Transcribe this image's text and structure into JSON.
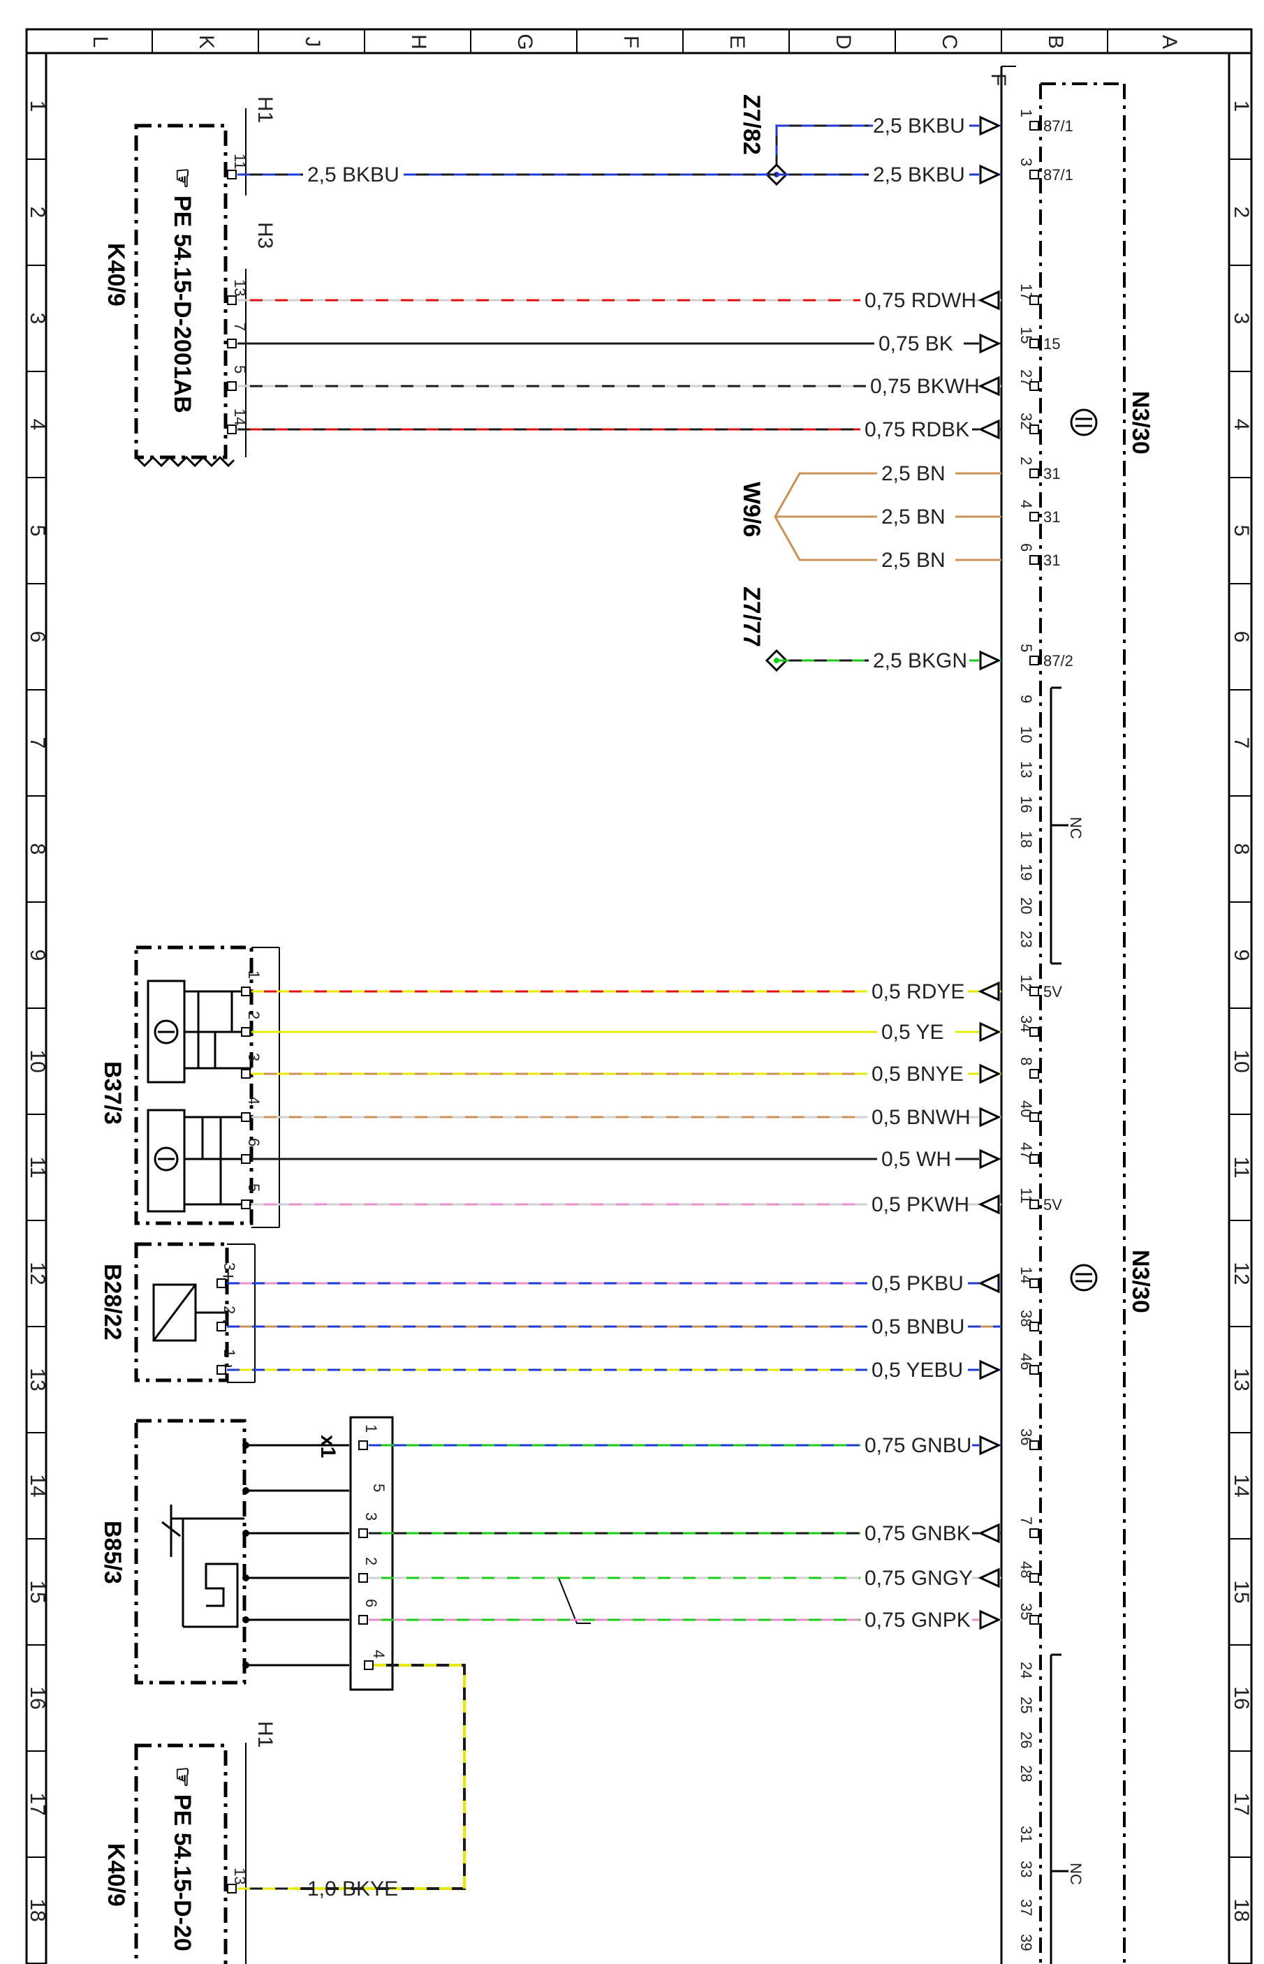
{
  "grid": {
    "columns": [
      "L",
      "K",
      "J",
      "H",
      "G",
      "F",
      "E",
      "D",
      "C",
      "B",
      "A"
    ],
    "rows": [
      "1",
      "2",
      "3",
      "4",
      "5",
      "6",
      "7",
      "8",
      "9",
      "10",
      "11",
      "12",
      "13",
      "14",
      "15",
      "16",
      "17",
      "18"
    ]
  },
  "components": {
    "k40_9": {
      "name": "K40/9",
      "ref": "☞ PE 54.15-D-2001AB",
      "ref_partial": "☞ PE 54.15-D-20",
      "h1": "H1",
      "h3": "H3"
    },
    "b37_3": {
      "name": "B37/3"
    },
    "b28_22": {
      "name": "B28/22"
    },
    "b85_3": {
      "name": "B85/3",
      "connector": "x1"
    },
    "n3_30": {
      "name": "N3/30",
      "f_label": "F"
    },
    "z7_82": {
      "name": "Z7/82"
    },
    "w9_6": {
      "name": "W9/6"
    },
    "z7_77": {
      "name": "Z7/77"
    }
  },
  "wires": [
    {
      "id": "w1",
      "label": "2,5 BKBU",
      "colors": [
        "#1a1a1a",
        "#1f3bd6"
      ],
      "pin_n3": "1",
      "term": "87/1",
      "dir": "in"
    },
    {
      "id": "w2",
      "label": "2,5 BKBU",
      "colors": [
        "#1a1a1a",
        "#1f3bd6"
      ],
      "pin_n3": "3",
      "term": "87/1",
      "dir": "in"
    },
    {
      "id": "w2b",
      "label": "2,5 BKBU",
      "colors": [
        "#1a1a1a",
        "#1f3bd6"
      ],
      "pin_src": "11"
    },
    {
      "id": "w3",
      "label": "0,75 RDWH",
      "colors": [
        "#e01010",
        "#d0d0d0"
      ],
      "pin_src": "13",
      "pin_n3": "17",
      "dir": "out"
    },
    {
      "id": "w4",
      "label": "0,75 BK",
      "colors": [
        "#1a1a1a"
      ],
      "pin_src": "7",
      "pin_n3": "15",
      "term": "15",
      "dir": "in"
    },
    {
      "id": "w5",
      "label": "0,75 BKWH",
      "colors": [
        "#1a1a1a",
        "#d0d0d0"
      ],
      "pin_src": "5",
      "pin_n3": "27",
      "dir": "out"
    },
    {
      "id": "w6",
      "label": "0,75 RDBK",
      "colors": [
        "#e01010",
        "#1a1a1a"
      ],
      "pin_src": "14",
      "pin_n3": "32",
      "dir": "out"
    },
    {
      "id": "w7",
      "label": "2,5 BN",
      "colors": [
        "#c8935a"
      ],
      "pin_n3": "2",
      "term": "31"
    },
    {
      "id": "w8",
      "label": "2,5 BN",
      "colors": [
        "#c8935a"
      ],
      "pin_n3": "4",
      "term": "31"
    },
    {
      "id": "w9",
      "label": "2,5 BN",
      "colors": [
        "#c8935a"
      ],
      "pin_n3": "6",
      "term": "31"
    },
    {
      "id": "w10",
      "label": "2,5 BKGN",
      "colors": [
        "#1a1a1a",
        "#18cc18"
      ],
      "pin_n3": "5",
      "term": "87/2",
      "dir": "in"
    },
    {
      "id": "w11",
      "label": "0,5 RDYE",
      "colors": [
        "#e01010",
        "#e8e800"
      ],
      "pin_src": "1",
      "pin_n3": "12",
      "term": "5V",
      "dir": "out"
    },
    {
      "id": "w12",
      "label": "0,5 YE",
      "colors": [
        "#e8e800"
      ],
      "pin_src": "2",
      "pin_n3": "34",
      "dir": "in"
    },
    {
      "id": "w13",
      "label": "0,5 BNYE",
      "colors": [
        "#c8935a",
        "#e8e800"
      ],
      "pin_src": "3",
      "pin_n3": "8",
      "dir": "in"
    },
    {
      "id": "w14",
      "label": "0,5 BNWH",
      "colors": [
        "#c8935a",
        "#d0d0d0"
      ],
      "pin_src": "4",
      "pin_n3": "40",
      "dir": "in"
    },
    {
      "id": "w15",
      "label": "0,5 WH",
      "colors": [
        "#1a1a1a"
      ],
      "pin_src": "6",
      "pin_n3": "47",
      "dir": "in"
    },
    {
      "id": "w16",
      "label": "0,5 PKWH",
      "colors": [
        "#e890c8",
        "#d0d0d0"
      ],
      "pin_src": "5",
      "pin_n3": "11",
      "term": "5V",
      "dir": "out"
    },
    {
      "id": "w17",
      "label": "0,5 PKBU",
      "colors": [
        "#e890c8",
        "#1f3bd6"
      ],
      "pin_src": "3",
      "pin_n3": "14",
      "dir": "out"
    },
    {
      "id": "w18",
      "label": "0,5 BNBU",
      "colors": [
        "#c8935a",
        "#1f3bd6"
      ],
      "pin_src": "2",
      "pin_n3": "38",
      "dir": "none"
    },
    {
      "id": "w19",
      "label": "0,5 YEBU",
      "colors": [
        "#e8e800",
        "#1f3bd6"
      ],
      "pin_src": "1",
      "pin_n3": "46",
      "dir": "in"
    },
    {
      "id": "w20",
      "label": "0,75 GNBU",
      "colors": [
        "#18cc18",
        "#1f3bd6"
      ],
      "pin_src": "1",
      "pin_n3": "36",
      "dir": "in"
    },
    {
      "id": "w21",
      "label": "0,75 GNBK",
      "colors": [
        "#18cc18",
        "#1a1a1a"
      ],
      "pin_src": "3",
      "pin_n3": "7",
      "dir": "out"
    },
    {
      "id": "w22",
      "label": "0,75 GNGY",
      "colors": [
        "#18cc18",
        "#d0d0d0"
      ],
      "pin_src": "2",
      "pin_n3": "48",
      "dir": "out"
    },
    {
      "id": "w23",
      "label": "0,75 GNPK",
      "colors": [
        "#18cc18",
        "#e890c8"
      ],
      "pin_src": "6",
      "pin_n3": "35",
      "dir": "in"
    },
    {
      "id": "w24",
      "label": "1,0 BKYE",
      "colors": [
        "#1a1a1a",
        "#e8e800"
      ],
      "pin_src": "13"
    }
  ],
  "misc_pins": {
    "b85_pin5": "5",
    "b85_pin4": "4",
    "b28_signs": [
      "+",
      "-",
      "~"
    ],
    "nc_group1": [
      "9",
      "10",
      "13",
      "16",
      "18",
      "19",
      "20",
      "23"
    ],
    "nc_group2": [
      "24",
      "25",
      "26",
      "28",
      "31",
      "33",
      "37",
      "39"
    ],
    "nc_label": "NC"
  }
}
